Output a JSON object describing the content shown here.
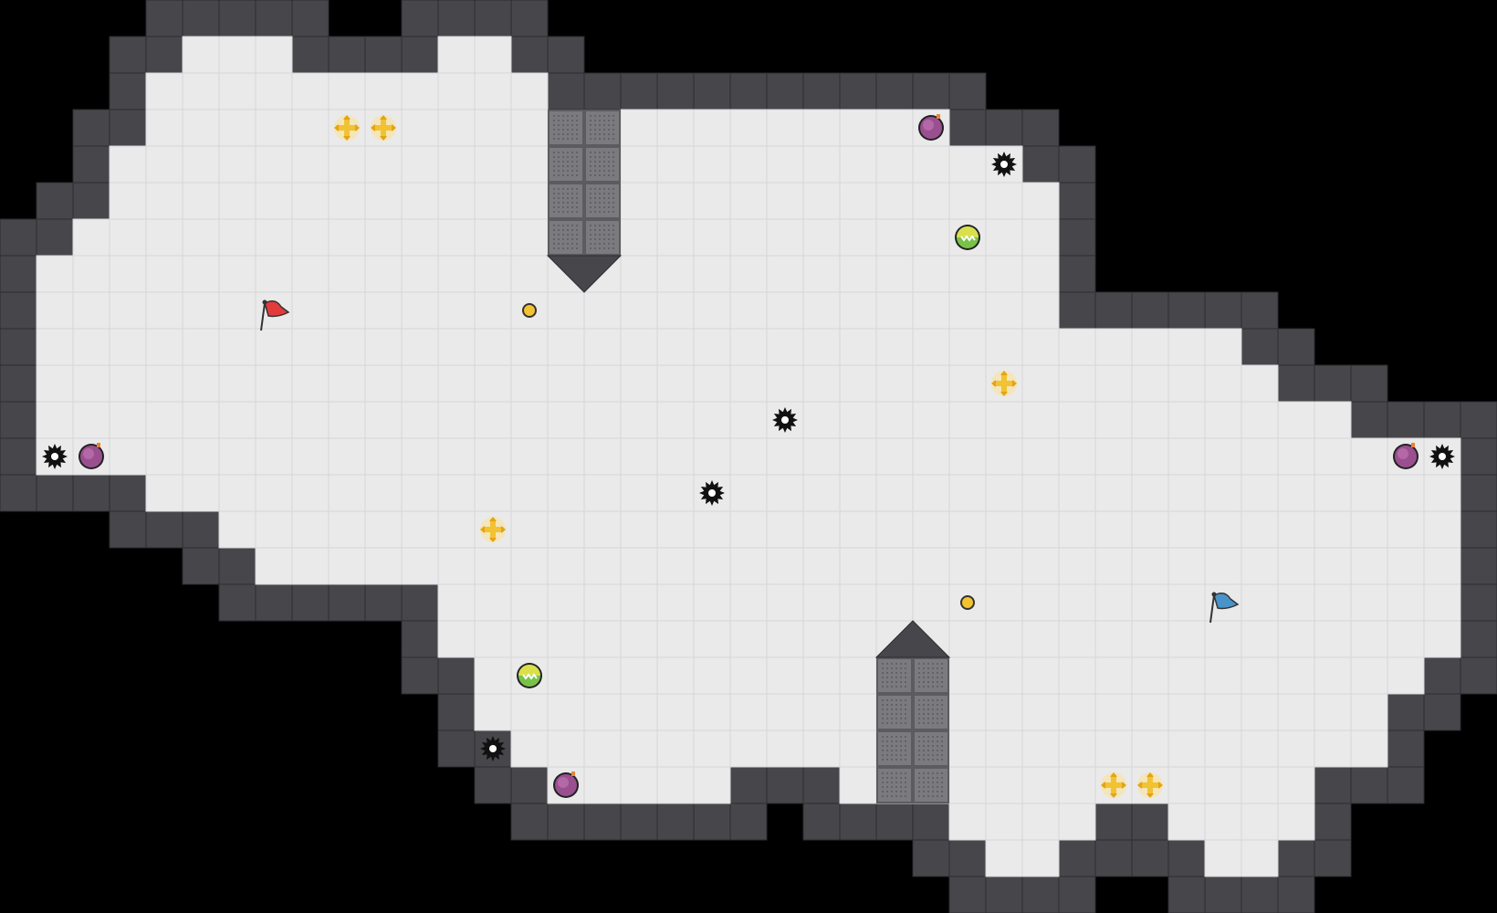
{
  "game": {
    "type": "capture-the-flag arena (top-down tile map)",
    "colors": {
      "background": "#000000",
      "floor": "#eaeaeb",
      "grid_line": "#d6d6d8",
      "wall": "#47474b",
      "wall_edge": "#2d2d31",
      "gate_tile": "#7b7b7f",
      "red_team": "#e23b3b",
      "blue_team": "#4a93c9",
      "boost": "#f2c232",
      "bomb": "#9a4f8f",
      "powerup": "#78c24a",
      "spike": "#111111"
    }
  },
  "flags": [
    {
      "team": "red",
      "icon": "flag-icon",
      "col": 7,
      "row": 8
    },
    {
      "team": "blue",
      "icon": "flag-icon",
      "col": 33,
      "row": 16
    }
  ],
  "boosts": [
    {
      "col": 9,
      "row": 3
    },
    {
      "col": 10,
      "row": 3
    },
    {
      "col": 27,
      "row": 10
    },
    {
      "col": 13,
      "row": 14
    },
    {
      "col": 30,
      "row": 21
    },
    {
      "col": 31,
      "row": 21
    }
  ],
  "bombs": [
    {
      "col": 25,
      "row": 3
    },
    {
      "col": 2,
      "row": 12
    },
    {
      "col": 38,
      "row": 12
    },
    {
      "col": 15,
      "row": 21
    }
  ],
  "powerups": [
    {
      "col": 26,
      "row": 6
    },
    {
      "col": 14,
      "row": 18
    }
  ],
  "spikes": [
    {
      "col": 27,
      "row": 4
    },
    {
      "col": 21,
      "row": 11
    },
    {
      "col": 1,
      "row": 12
    },
    {
      "col": 39,
      "row": 12
    },
    {
      "col": 19,
      "row": 13
    },
    {
      "col": 13,
      "row": 20
    }
  ],
  "buttons": [
    {
      "col": 14,
      "row": 8
    },
    {
      "col": 26,
      "row": 16
    }
  ],
  "gates": [
    {
      "col": 15,
      "row": 3,
      "w": 2,
      "h": 4,
      "point": "down"
    },
    {
      "col": 24,
      "row": 18,
      "w": 2,
      "h": 4,
      "point": "up"
    }
  ]
}
